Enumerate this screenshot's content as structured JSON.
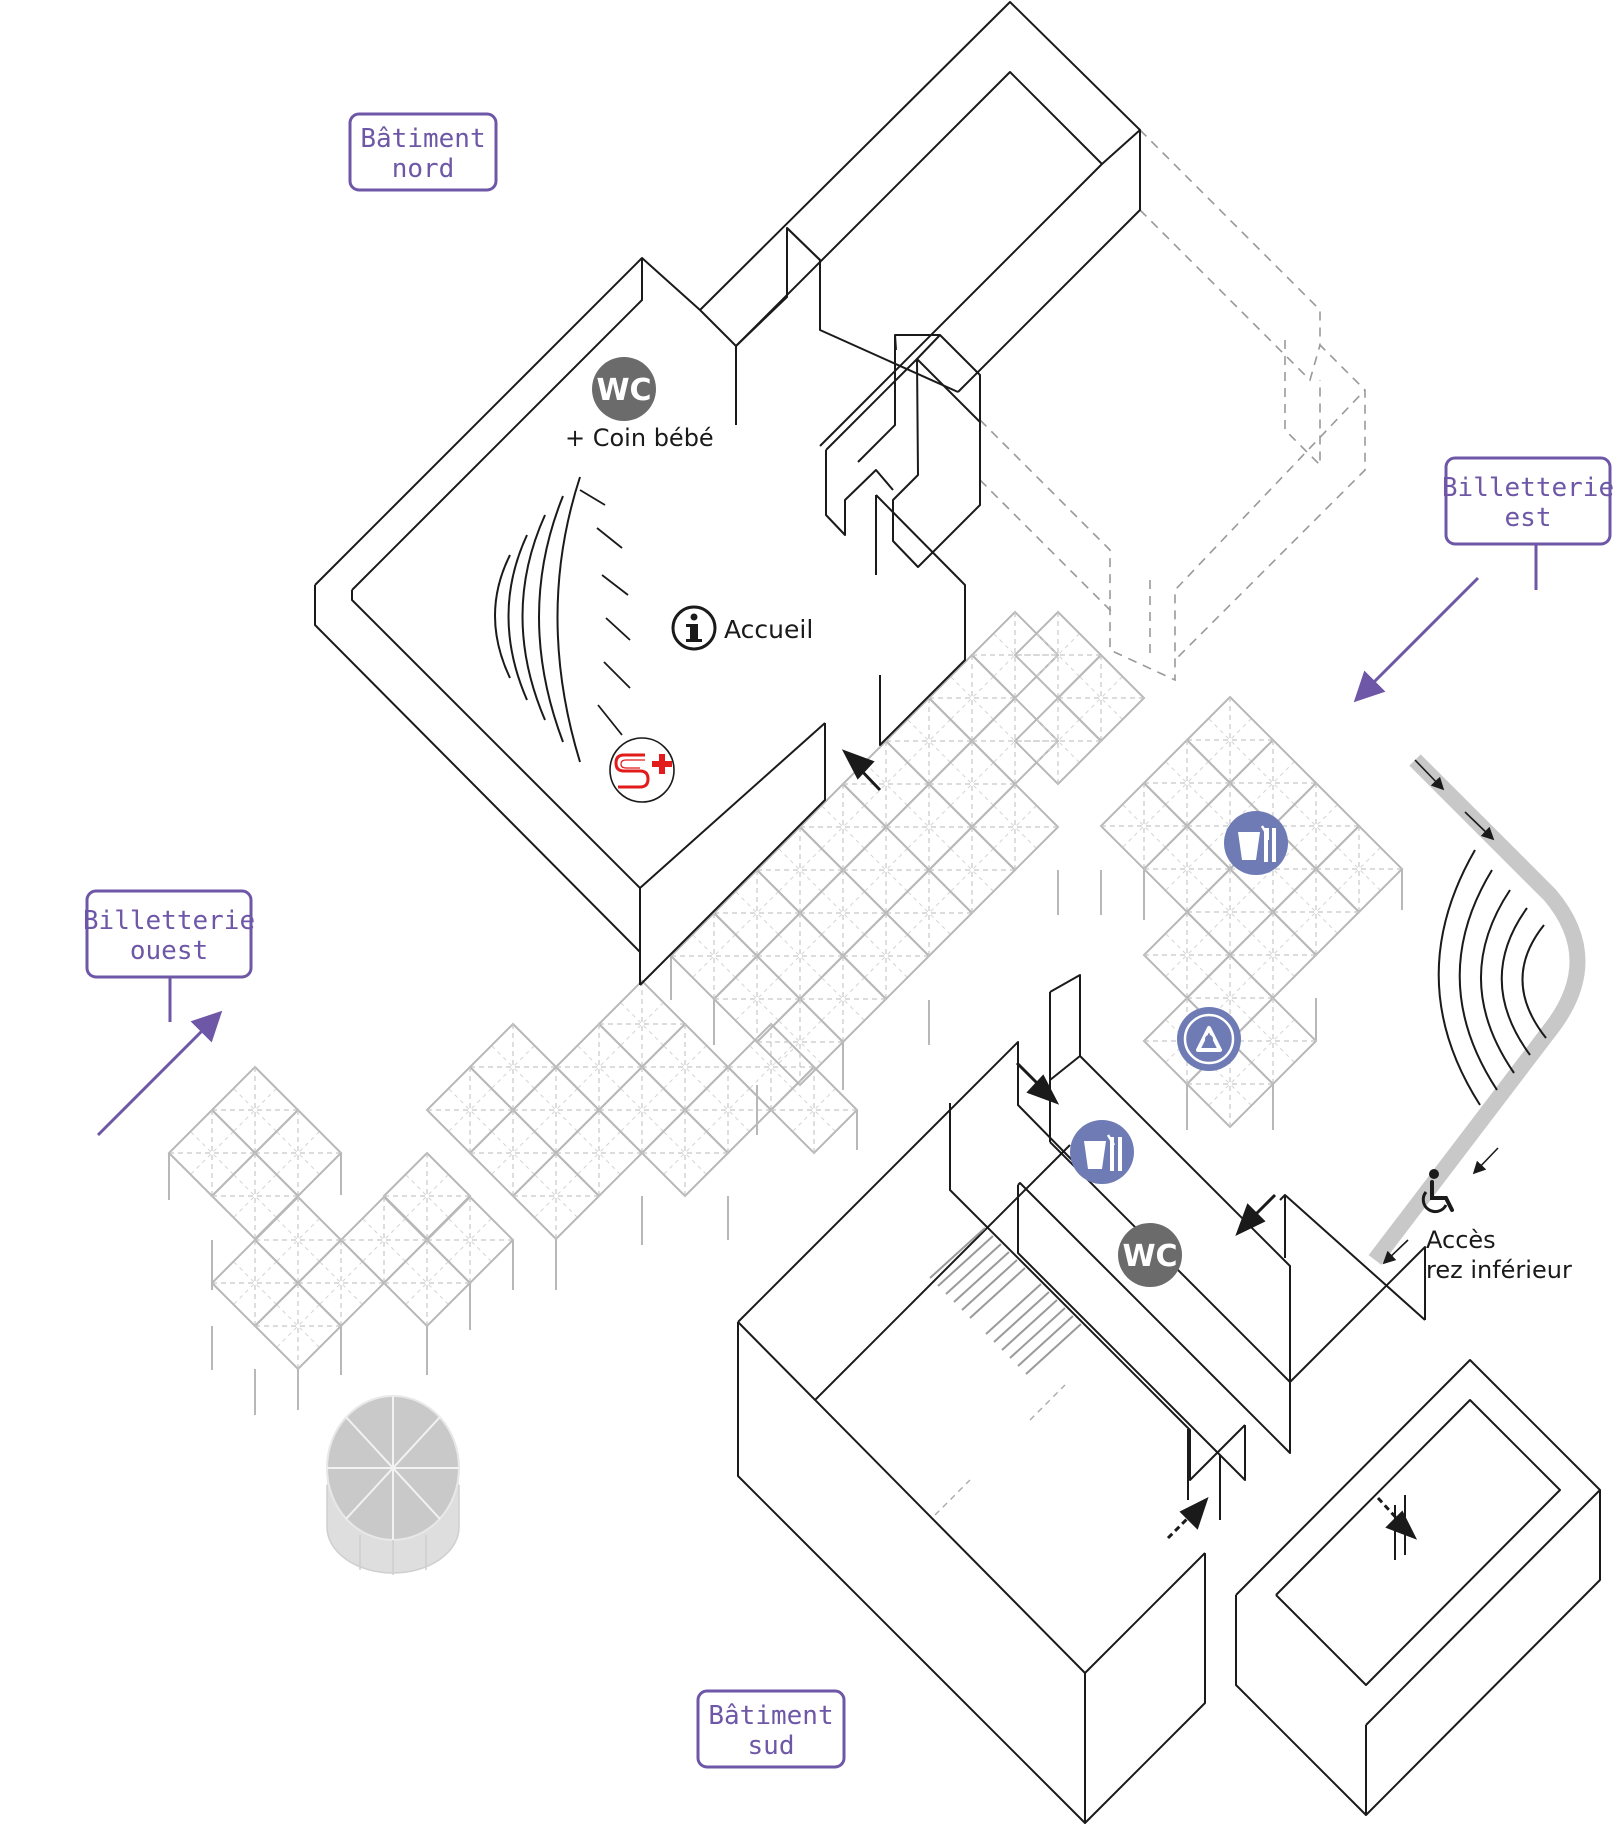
{
  "colors": {
    "accent": "#6e57a7",
    "structure": "#1a1a1a",
    "canopy": "#b8b8b8",
    "wc": "#6b6b6b",
    "service": "#6f7bb4",
    "firstaid": "#e21b1b"
  },
  "zones": {
    "north": [
      "Bâtiment",
      "nord"
    ],
    "south": [
      "Bâtiment",
      "sud"
    ],
    "east": [
      "Billetterie",
      "est"
    ],
    "west": [
      "Billetterie",
      "ouest"
    ]
  },
  "labels": {
    "wc_north": "WC",
    "baby": "+ Coin bébé",
    "reception": "Accueil",
    "wc_south": "WC",
    "access_line1": "Accès",
    "access_line2": "rez inférieur"
  },
  "icons": {
    "wc": "wc-icon",
    "info": "info-icon",
    "firstaid": "first-aid-icon",
    "food": "food-icon",
    "recycling": "recycling-icon",
    "wheelchair": "wheelchair-icon",
    "entrance": "entrance-arrow-icon"
  }
}
